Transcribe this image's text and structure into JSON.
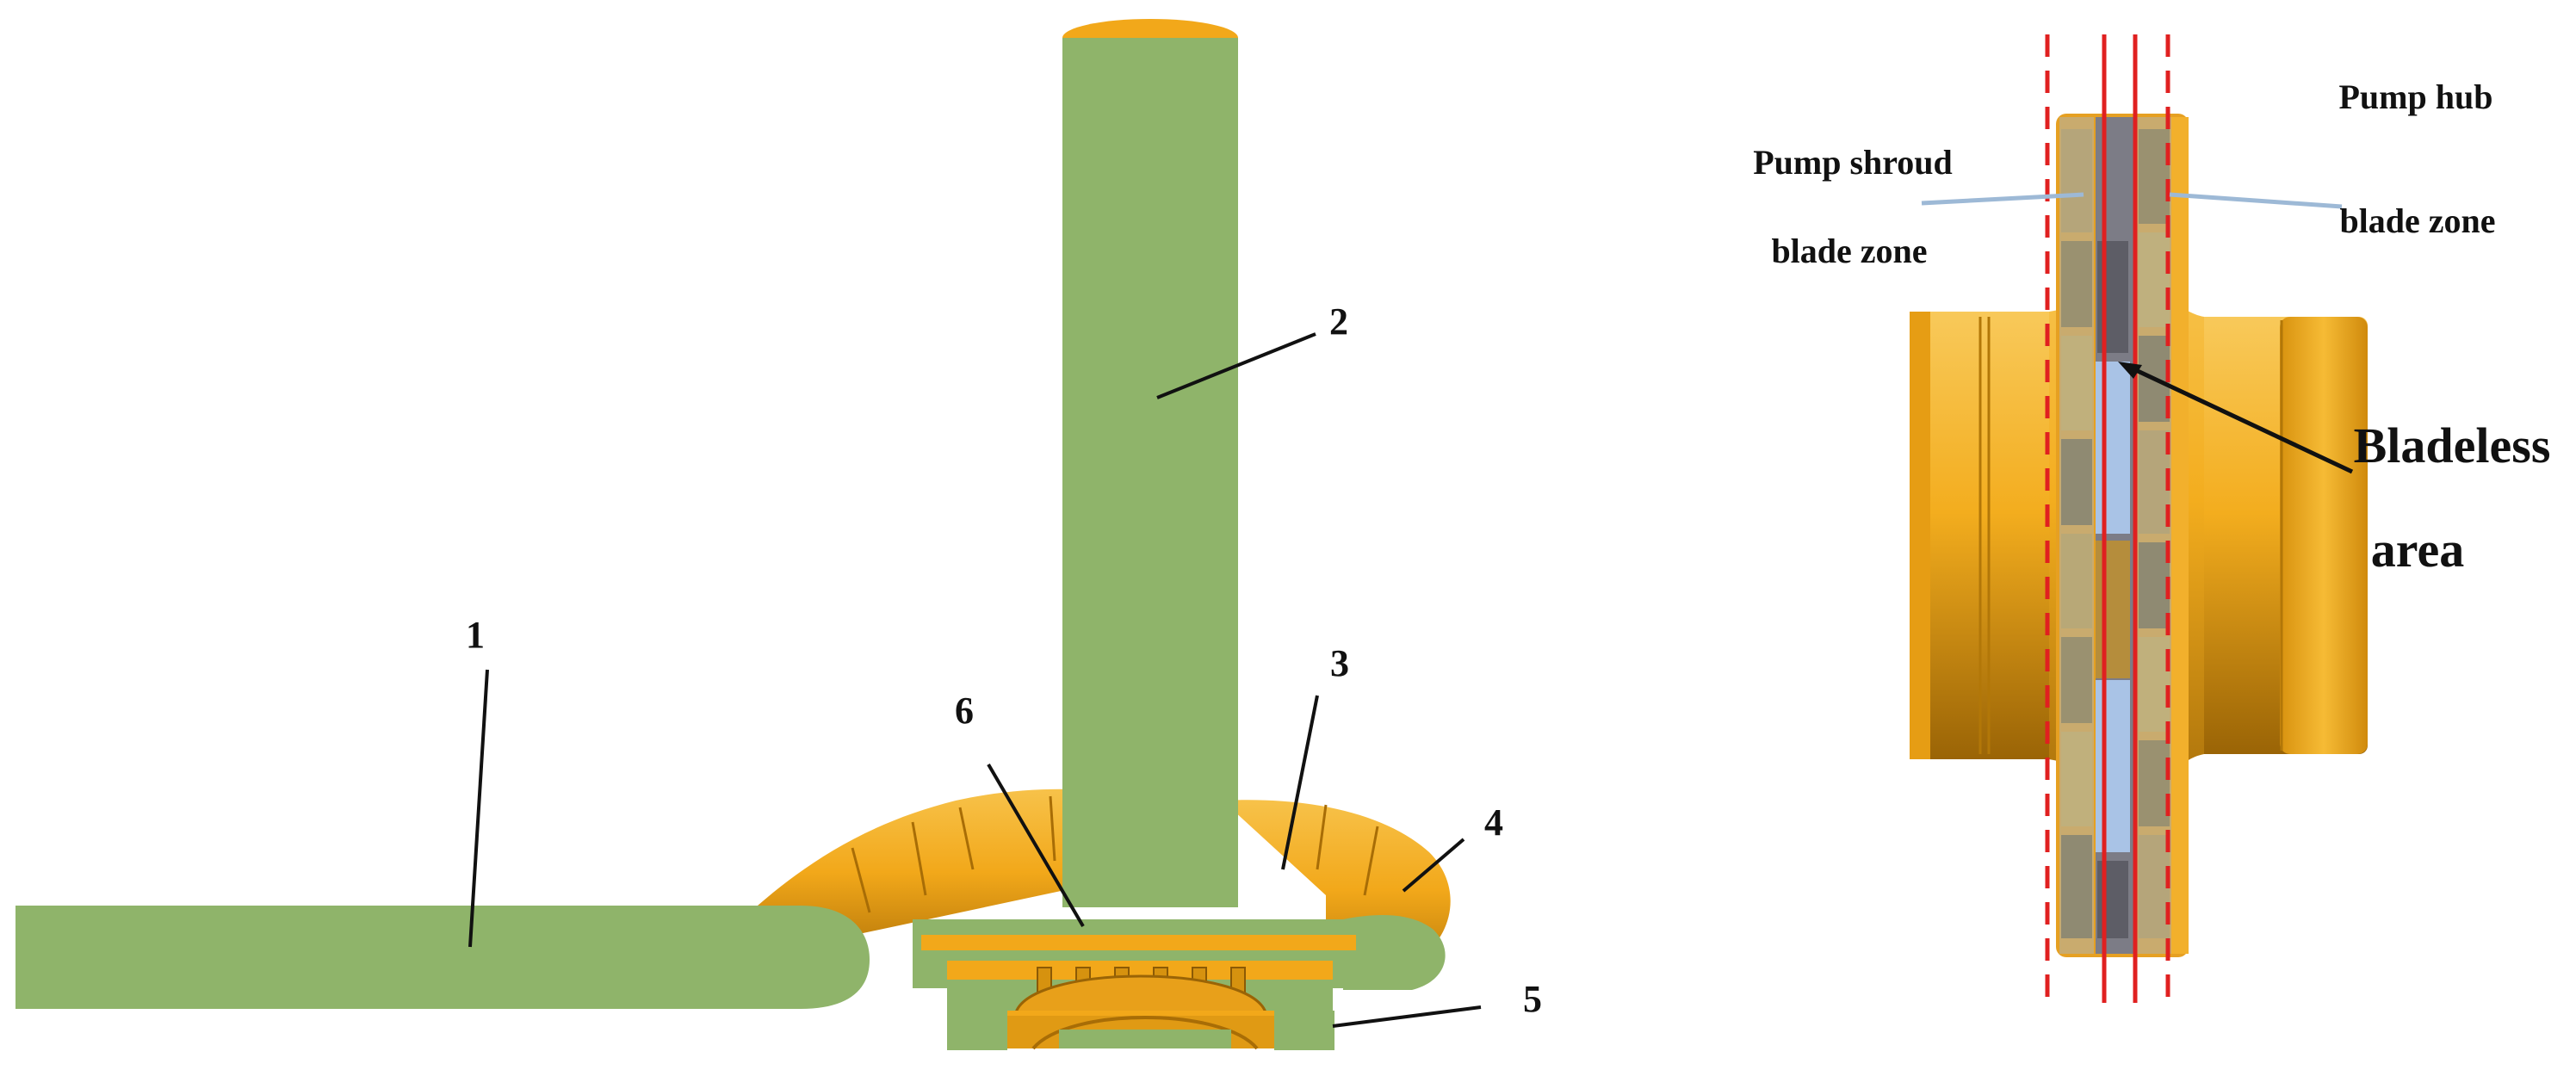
{
  "left_diagram": {
    "labels": {
      "l1": "1",
      "l2": "2",
      "l3": "3",
      "l4": "4",
      "l5": "5",
      "l6": "6"
    },
    "colors": {
      "fluid_green": "#8fb46a",
      "volute_orange": "#f2a81a",
      "volute_shadow": "#c98a10",
      "leader_line": "#111111"
    }
  },
  "right_diagram": {
    "shroud_label_line1": "Pump shroud",
    "shroud_label_line2": "blade zone",
    "hub_label_line1": "Pump hub",
    "hub_label_line2": "blade zone",
    "bladeless_line1": "Bladeless",
    "bladeless_line2": "area",
    "colors": {
      "impeller_orange": "#f3ad1e",
      "impeller_dark": "#b97a0c",
      "zone_line_red": "#e02020",
      "pointer_blue": "#9db9d6",
      "blade_grey": "#7c7c86",
      "passage_blue": "#a9c3e6"
    }
  }
}
